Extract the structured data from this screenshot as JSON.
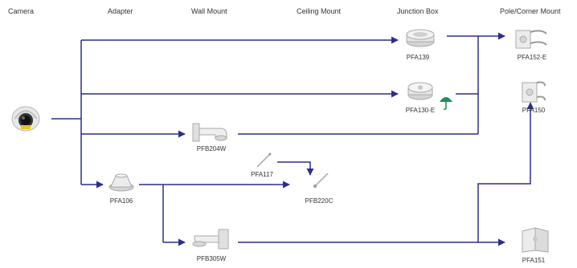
{
  "headers": {
    "camera": "Camera",
    "adapter": "Adapter",
    "wall_mount": "Wall Mount",
    "ceiling_mount": "Ceiling Mount",
    "junction_box": "Junction Box",
    "pole_corner_mount": "Pole/Corner Mount"
  },
  "products": {
    "pfa139": "PFA139",
    "pfa152e": "PFA152-E",
    "pfa130e": "PFA130-E",
    "pfa150": "PFA150",
    "pfb204w": "PFB204W",
    "pfa117": "PFA117",
    "pfa106": "PFA106",
    "pfb220c": "PFB220C",
    "pfb305w": "PFB305W",
    "pfa151": "PFA151"
  },
  "icons": {
    "waterproof": "umbrella-icon"
  },
  "colors": {
    "connector": "#2b2f8a",
    "umbrella": "#1e8f5c",
    "text": "#333333"
  }
}
